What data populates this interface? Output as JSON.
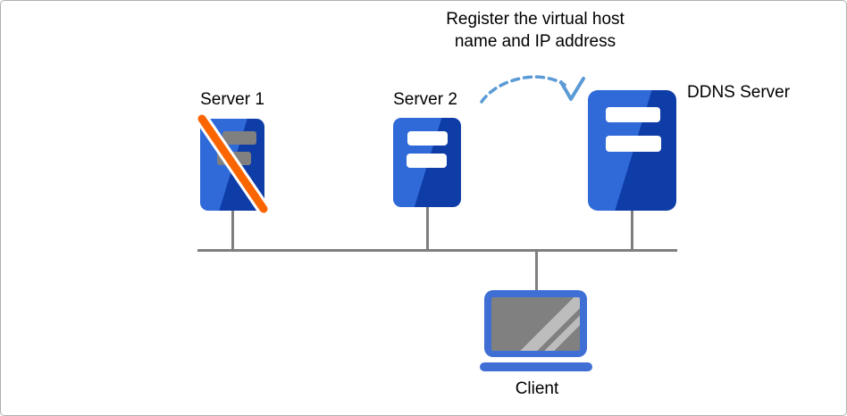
{
  "annotation": {
    "line1": "Register the virtual host",
    "line2": "name and IP address"
  },
  "nodes": {
    "server1": {
      "label": "Server 1",
      "status": "offline",
      "slot_color": "#808080"
    },
    "server2": {
      "label": "Server 2",
      "status": "online",
      "slot_color": "#ffffff"
    },
    "ddns": {
      "label": "DDNS Server",
      "status": "online",
      "slot_color": "#ffffff"
    },
    "client": {
      "label": "Client"
    }
  },
  "connections": {
    "type": "bus-network",
    "bus_members": [
      "server1",
      "server2",
      "ddns",
      "client"
    ],
    "arrow": {
      "from": "server2",
      "to": "ddns",
      "style": "dashed-curve",
      "meaning": "register virtual host name and IP address"
    }
  },
  "colors": {
    "server_blue_dark": "#0f3da8",
    "server_blue_light": "#2f6ad8",
    "slot_gray": "#808080",
    "slot_white": "#ffffff",
    "network_line_gray": "#7f7f7f",
    "offline_slash_orange": "#fb6500",
    "offline_slash_casing": "#ffffff",
    "arrow_blue": "#5b9bd5",
    "laptop_blue": "#3f6fd4",
    "screen_gray": "#808080",
    "canvas_border": "#b0b0b0"
  }
}
